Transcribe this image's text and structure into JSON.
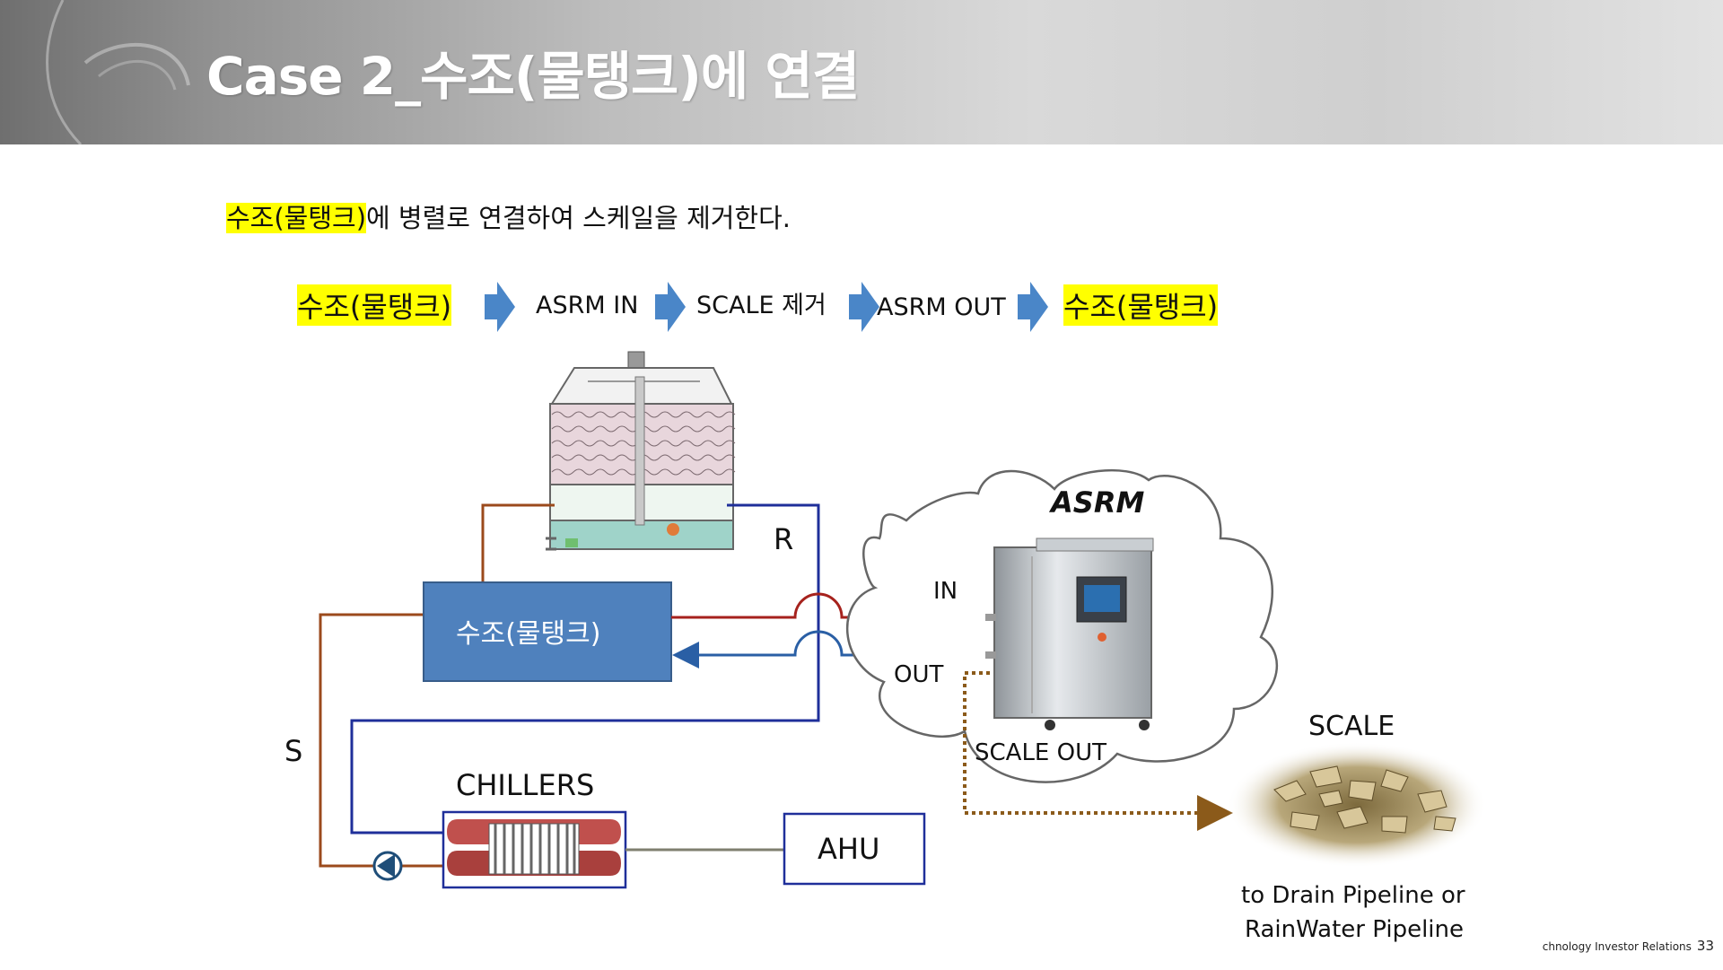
{
  "title": "Case 2_수조(물탱크)에 연결",
  "subtitle": {
    "highlight": "수조(물탱크)",
    "rest": "에 병렬로 연결하여 스케일을 제거한다."
  },
  "flow": {
    "step1": "수조(물탱크)",
    "step2": "ASRM IN",
    "step3": "SCALE 제거",
    "step4": "ASRM OUT",
    "step5": "수조(물탱크)"
  },
  "diagram": {
    "tank_label": "수조(물탱크)",
    "return_label": "R",
    "supply_label": "S",
    "chillers_label": "CHILLERS",
    "ahu_label": "AHU",
    "asrm_label": "ASRM",
    "in_label": "IN",
    "out_label": "OUT",
    "scale_out_label": "SCALE OUT",
    "scale_label": "SCALE",
    "drain_line1": "to Drain Pipeline or",
    "drain_line2": "RainWater Pipeline"
  },
  "colors": {
    "arrow": "#4a86c8",
    "tank_fill": "#4f81bd",
    "brown_pipe": "#9b4a1c",
    "navy_pipe": "#1f2f9a",
    "red_pipe": "#a6221d",
    "blue_pipe": "#2a5fa5",
    "dotted": "#8b5a1a",
    "highlight": "#ffff00"
  },
  "footer": {
    "text": "chnology  Investor Relations",
    "page": "33"
  }
}
